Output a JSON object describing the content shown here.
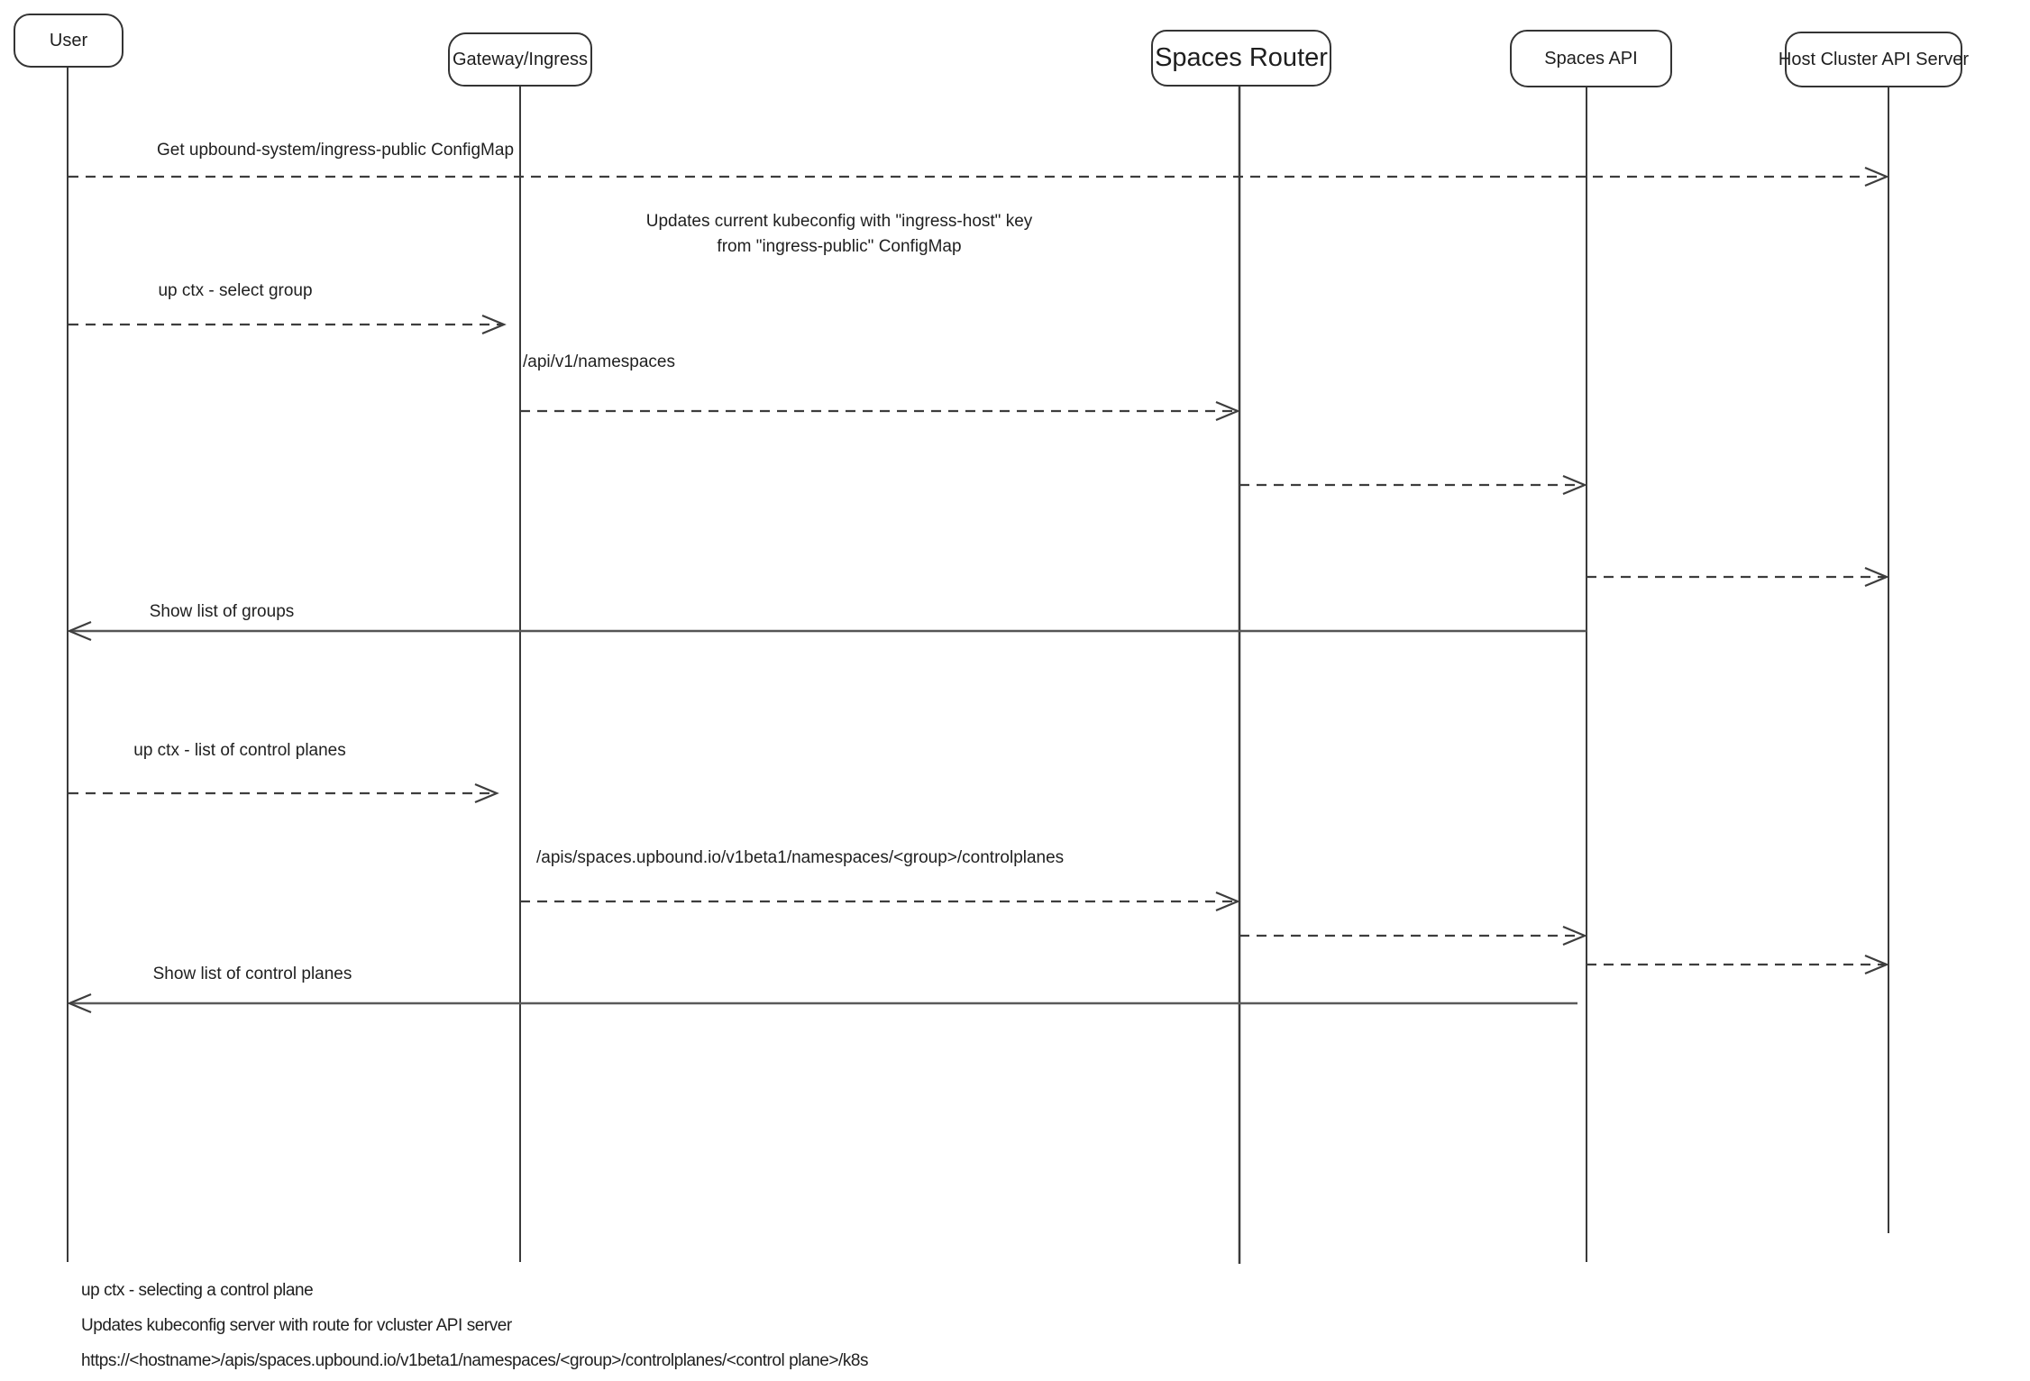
{
  "diagram_type": "sequence-diagram",
  "actors": [
    {
      "id": "user",
      "label": "User"
    },
    {
      "id": "gateway-ingress",
      "label": "Gateway/Ingress"
    },
    {
      "id": "spaces-router",
      "label": "Spaces Router"
    },
    {
      "id": "spaces-api",
      "label": "Spaces API"
    },
    {
      "id": "host-cluster-api-server",
      "label": "Host Cluster API Server"
    }
  ],
  "messages": {
    "get_configmap": "Get upbound-system/ingress-public ConfigMap",
    "note_kubeconfig": "Updates current kubeconfig with \"ingress-host\" key\nfrom \"ingress-public\" ConfigMap",
    "select_group": "up ctx - select group",
    "api_namespaces": "/api/v1/namespaces",
    "show_groups": "Show list of groups",
    "list_control_planes": "up ctx - list of control planes",
    "api_controlplanes": "/apis/spaces.upbound.io/v1beta1/namespaces/<group>/controlplanes",
    "show_control_planes": "Show list of control planes"
  },
  "footer": {
    "line1": "up ctx - selecting a control plane",
    "line2": "Updates kubeconfig server with route for vcluster API server",
    "line3": "https://<hostname>/apis/spaces.upbound.io/v1beta1/namespaces/<group>/controlplanes/<control plane>/k8s"
  },
  "colors": {
    "stroke": "#343434",
    "dashed_arrow": "#3d3d3d",
    "return_arrow": "#555555",
    "text": "#1f1f1f",
    "background": "#ffffff"
  }
}
